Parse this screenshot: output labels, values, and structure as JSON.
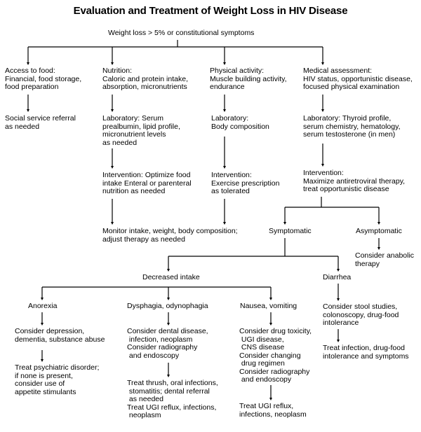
{
  "title": "Evaluation and Treatment of Weight Loss in HIV Disease",
  "nodes": {
    "root": [
      "Weight loss > 5% or constitutional symptoms"
    ],
    "access": [
      "Access to food:",
      "Financial, food storage,",
      "food preparation"
    ],
    "access_2": [
      "Social service referral",
      "as needed"
    ],
    "nutrition": [
      "Nutrition:",
      "Caloric and protein intake,",
      "absorption, micronutrients"
    ],
    "nutrition_2": [
      "Laboratory: Serum",
      "prealbumin, lipid profile,",
      "micronutrient levels",
      "as needed"
    ],
    "nutrition_3": [
      "Intervention: Optimize food",
      "intake Enteral or parenteral",
      "nutrition as needed"
    ],
    "physical": [
      "Physical activity:",
      "Muscle building activity,",
      "endurance"
    ],
    "physical_2": [
      "Laboratory:",
      "Body composition"
    ],
    "physical_3": [
      "Intervention:",
      "Exercise prescription",
      "as tolerated"
    ],
    "monitor": [
      "Monitor intake, weight, body composition;",
      "adjust therapy as needed"
    ],
    "medical": [
      "Medical assessment:",
      "HIV status, opportunistic disease,",
      "focused physical examination"
    ],
    "medical_2": [
      "Laboratory: Thyroid profile,",
      "serum chemistry, hematology,",
      "serum testosterone (in men)"
    ],
    "medical_3": [
      "Intervention:",
      "Maximize antiretroviral therapy,",
      "treat opportunistic disease"
    ],
    "symptomatic": [
      "Symptomatic"
    ],
    "asymptomatic": [
      "Asymptomatic"
    ],
    "anabolic": [
      "Consider anabolic",
      "therapy"
    ],
    "decreased": [
      "Decreased intake"
    ],
    "diarrhea": [
      "Diarrhea"
    ],
    "diarrhea_2": [
      "Consider stool studies,",
      "colonoscopy, drug-food",
      "intolerance"
    ],
    "diarrhea_3": [
      "Treat infection, drug-food",
      "intolerance and symptoms"
    ],
    "anorexia": [
      "Anorexia"
    ],
    "anorexia_2": [
      "Consider depression,",
      "dementia, substance abuse"
    ],
    "anorexia_3": [
      "Treat psychiatric disorder;",
      "if none is present,",
      "consider use of",
      "appetite stimulants"
    ],
    "dysphagia": [
      "Dysphagia, odynophagia"
    ],
    "dysphagia_2": [
      "Consider dental disease,",
      " infection, neoplasm",
      "Consider radiography",
      " and endoscopy"
    ],
    "dysphagia_3": [
      "Treat thrush, oral infections,",
      " stomatitis; dental referral",
      " as needed",
      "Treat UGI reflux, infections,",
      " neoplasm"
    ],
    "nausea": [
      "Nausea, vomiting"
    ],
    "nausea_2": [
      "Consider drug toxicity,",
      " UGI disease,",
      " CNS disease",
      "Consider changing",
      " drug regimen",
      "Consider radiography",
      " and endoscopy"
    ],
    "nausea_3": [
      "Treat UGI reflux,",
      "infections, neoplasm"
    ]
  }
}
